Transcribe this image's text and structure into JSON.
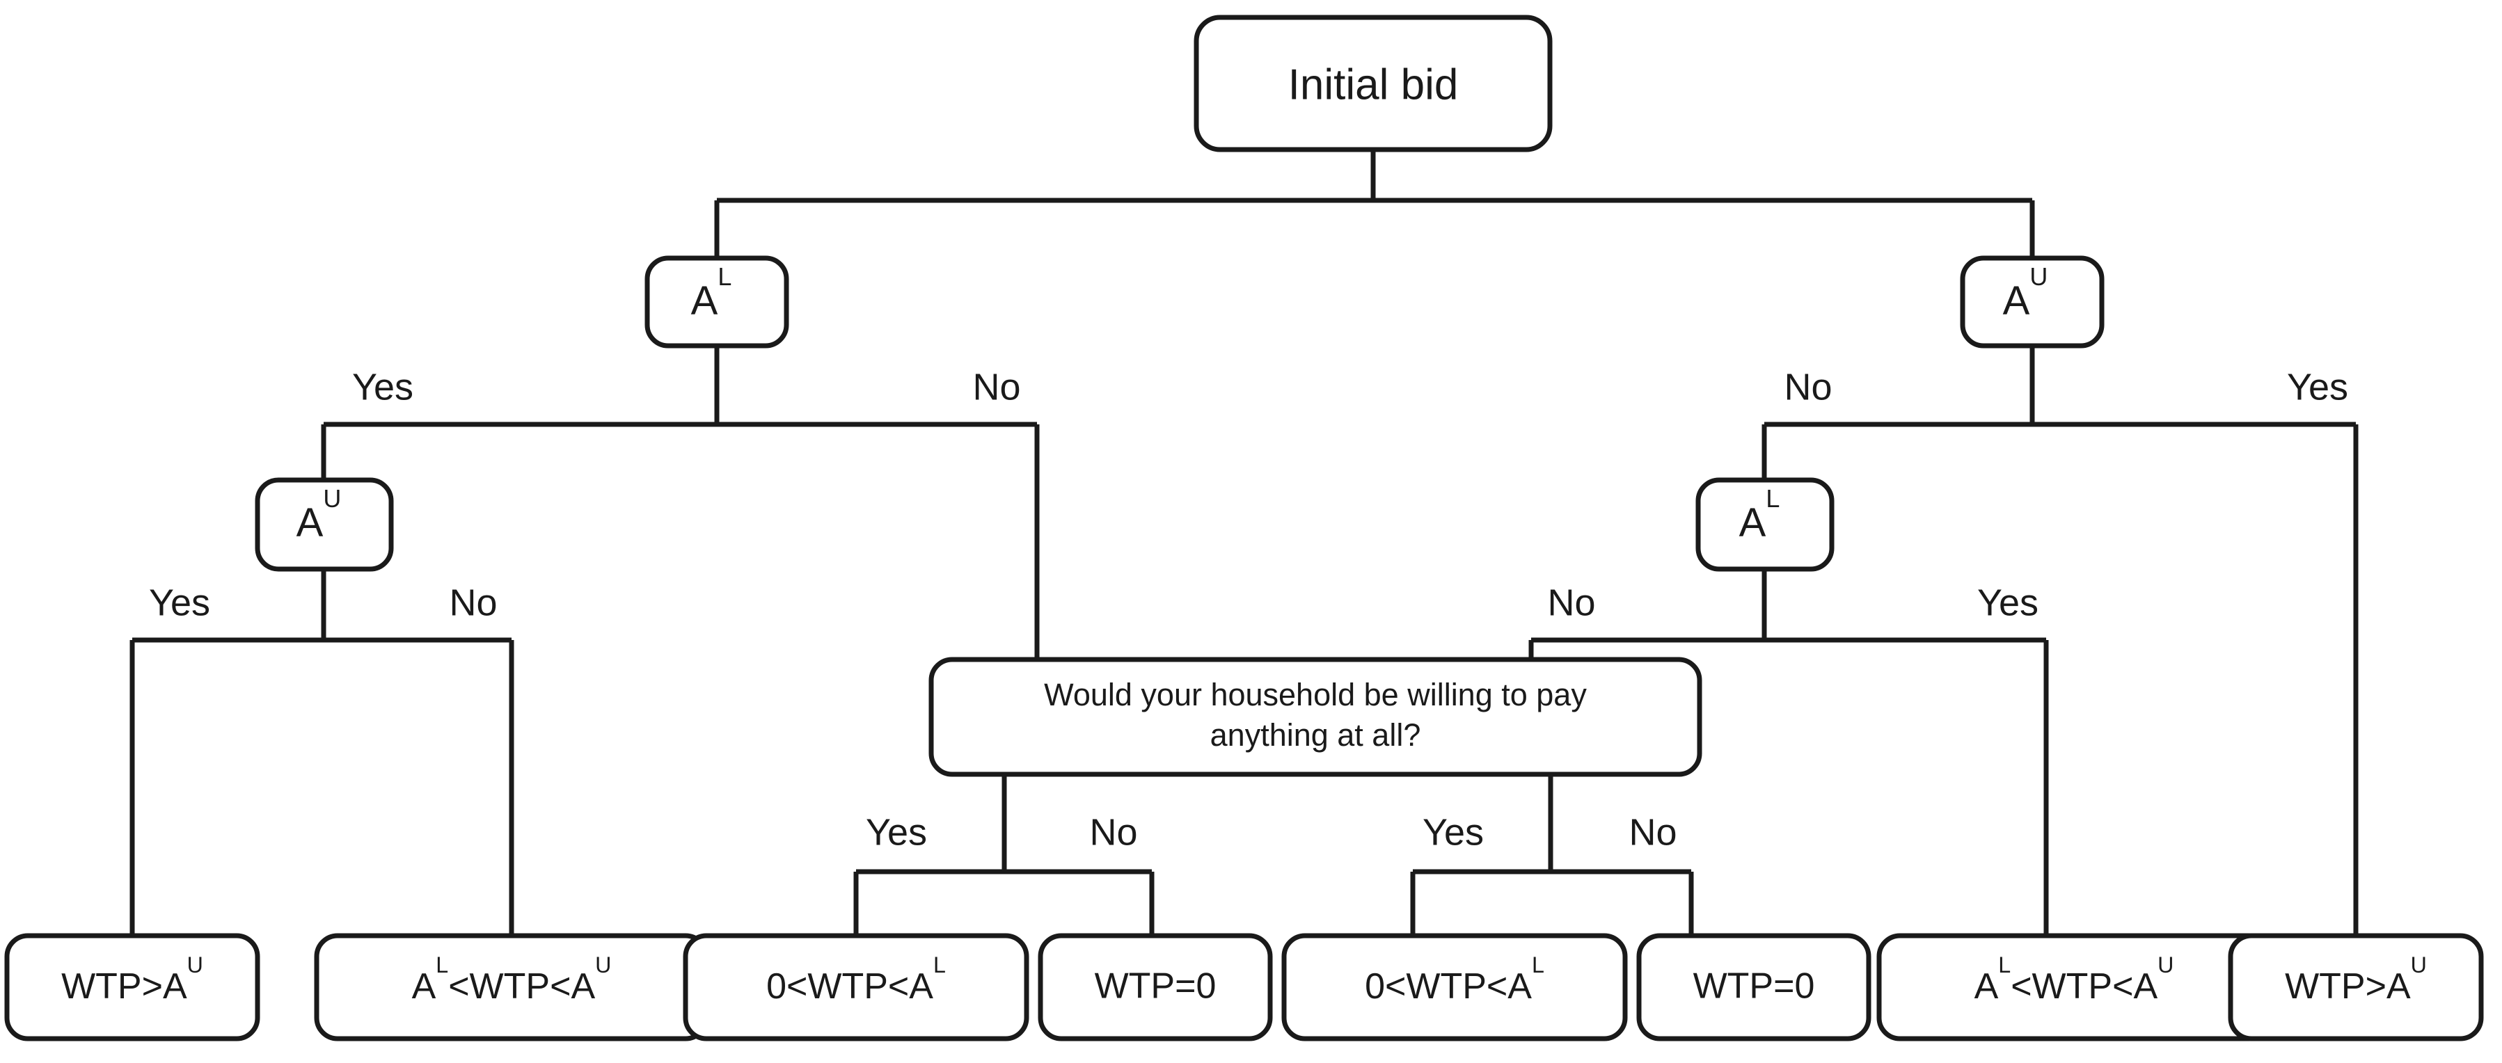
{
  "diagram": {
    "type": "decision-tree",
    "title_visible": false,
    "colors": {
      "stroke": "#1a1a1a",
      "fill": "#ffffff",
      "background": "#ffffff"
    },
    "root": {
      "id": "initial-bid",
      "label": "Initial bid"
    },
    "decision_nodes": [
      {
        "id": "left-al",
        "base": "A",
        "sup": "L",
        "label": "A^L"
      },
      {
        "id": "left-au",
        "base": "A",
        "sup": "U",
        "label": "A^U"
      },
      {
        "id": "right-au",
        "base": "A",
        "sup": "U",
        "label": "A^U"
      },
      {
        "id": "right-al",
        "base": "A",
        "sup": "L",
        "label": "A^L"
      }
    ],
    "question_node": {
      "id": "willingness-question",
      "line1": "Would your household be willing to pay",
      "line2": "anything at all?",
      "full_text": "Would your household be willing to pay anything at all?"
    },
    "edge_labels": {
      "root_to_left_al": "",
      "root_to_right_au": "",
      "left_al_yes": "Yes",
      "left_al_no": "No",
      "left_au_yes": "Yes",
      "left_au_no": "No",
      "q_left_yes": "Yes",
      "q_left_no": "No",
      "q_right_yes": "Yes",
      "q_right_no": "No",
      "right_au_no": "No",
      "right_au_yes": "Yes",
      "right_al_no": "No",
      "right_al_yes": "Yes"
    },
    "outcomes": [
      {
        "id": "outcome-1",
        "parts": [
          {
            "t": "WTP>A"
          },
          {
            "t": "U",
            "sup": true
          }
        ],
        "label": "WTP>A^U"
      },
      {
        "id": "outcome-2",
        "parts": [
          {
            "t": "A"
          },
          {
            "t": "L",
            "sup": true
          },
          {
            "t": "<WTP<A"
          },
          {
            "t": "U",
            "sup": true
          }
        ],
        "label": "A^L<WTP<A^U"
      },
      {
        "id": "outcome-3",
        "parts": [
          {
            "t": "0<WTP<A"
          },
          {
            "t": "L",
            "sup": true
          }
        ],
        "label": "0<WTP<A^L"
      },
      {
        "id": "outcome-4",
        "parts": [
          {
            "t": "WTP=0"
          }
        ],
        "label": "WTP=0"
      },
      {
        "id": "outcome-5",
        "parts": [
          {
            "t": "0<WTP<A"
          },
          {
            "t": "L",
            "sup": true
          }
        ],
        "label": "0<WTP<A^L"
      },
      {
        "id": "outcome-6",
        "parts": [
          {
            "t": "WTP=0"
          }
        ],
        "label": "WTP=0"
      },
      {
        "id": "outcome-7",
        "parts": [
          {
            "t": "A"
          },
          {
            "t": "L",
            "sup": true
          },
          {
            "t": "<WTP<A"
          },
          {
            "t": "U",
            "sup": true
          }
        ],
        "label": "A^L<WTP<A^U"
      },
      {
        "id": "outcome-8",
        "parts": [
          {
            "t": "WTP>A"
          },
          {
            "t": "U",
            "sup": true
          }
        ],
        "label": "WTP>A^U"
      }
    ]
  }
}
